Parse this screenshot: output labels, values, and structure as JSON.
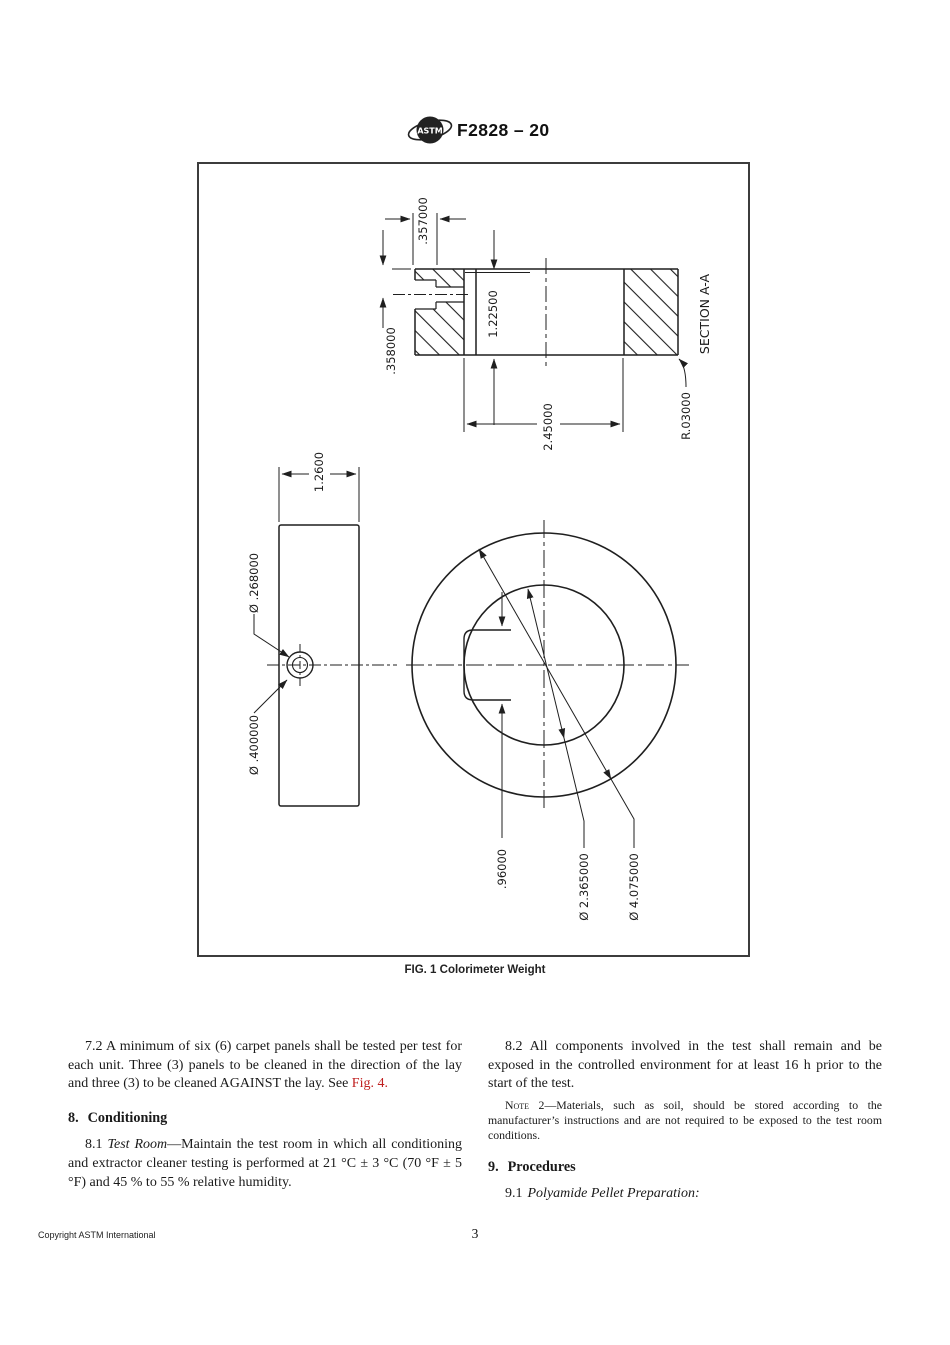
{
  "colors": {
    "ink": "#1a1a1a",
    "link_red": "#c02020"
  },
  "header": {
    "logo_text": "ASTM",
    "doc_code": "F2828 – 20"
  },
  "figure": {
    "caption": "FIG. 1 Colorimeter Weight",
    "dimensions": {
      "d357": ".357000",
      "d358": ".358000",
      "d12250": "1.22500",
      "d24500": "2.45000",
      "r03000": "R.03000",
      "section_label": "SECTION A-A",
      "d12600": "1.2600",
      "d268": "Ø .268000",
      "d400": "Ø .400000",
      "d96": ".96000",
      "d2365": "Ø 2.365000",
      "d4075": "Ø 4.075000"
    }
  },
  "content": {
    "left_column": {
      "para_7_2": {
        "text": "7.2  A minimum of six (6) carpet panels shall be tested per test for each unit. Three (3) panels to be cleaned in the direction of the lay and three (3) to be cleaned AGAINST the lay. See ",
        "link": "Fig. 4."
      },
      "heading_8": {
        "number": "8.",
        "title": "Conditioning"
      },
      "para_8_1": {
        "number": "8.1",
        "italic": "Test Room",
        "text": "—Maintain the test room in which all conditioning and extractor cleaner testing is performed at 21 °C ± 3 °C (70 °F ± 5 °F) and 45 % to 55 % relative humidity."
      }
    },
    "right_column": {
      "para_8_2": "8.2  All components involved in the test shall remain and be exposed in the controlled environment for at least 16 h prior to the start of the test.",
      "note_2": {
        "label": "Note 2",
        "text": "—Materials, such as soil, should be stored according to the manufacturer’s instructions and are not required to be exposed to the test room conditions."
      },
      "heading_9": {
        "number": "9.",
        "title": "Procedures"
      },
      "para_9_1": {
        "number": "9.1",
        "italic": "Polyamide Pellet Preparation:"
      }
    }
  },
  "footer": {
    "copyright": "Copyright ASTM International",
    "page_number": "3"
  }
}
